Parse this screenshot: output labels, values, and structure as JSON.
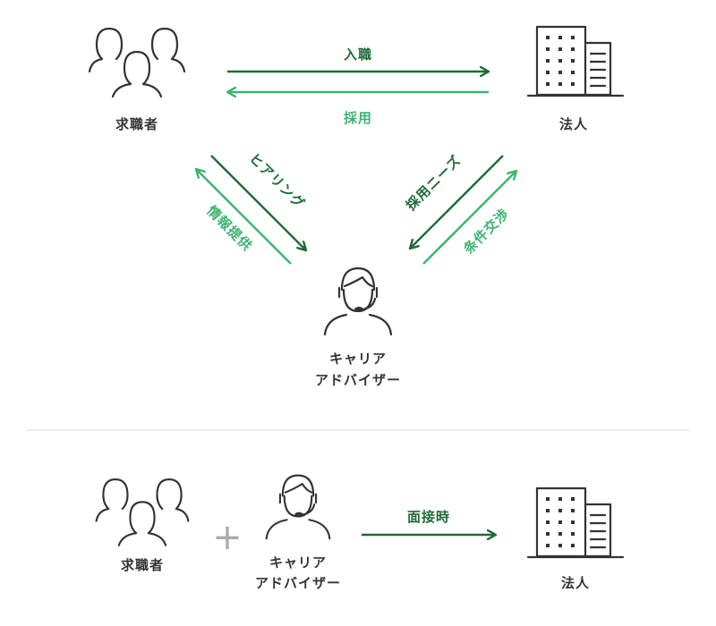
{
  "colors": {
    "dark_green": "#1e6b35",
    "light_green": "#3cb371",
    "text": "#333333",
    "divider": "#dddddd",
    "plus": "#aaaaaa"
  },
  "icons": {
    "job_seekers": "people-group-icon",
    "company": "office-building-icon",
    "advisor": "headset-person-icon"
  },
  "top": {
    "job_seekers_label": "求職者",
    "company_label": "法人",
    "advisor_label_line1": "キャリア",
    "advisor_label_line2": "アドバイザー",
    "arrow_to_company": "入職",
    "arrow_to_seekers": "採用",
    "arrow_hearing": "ヒアリング",
    "arrow_info": "情報提供",
    "arrow_needs": "採用ニーズ",
    "arrow_negotiation": "条件交渉"
  },
  "bottom": {
    "job_seekers_label": "求職者",
    "plus": "+",
    "advisor_label_line1": "キャリア",
    "advisor_label_line2": "アドバイザー",
    "arrow_interview": "面接時",
    "company_label": "法人"
  }
}
